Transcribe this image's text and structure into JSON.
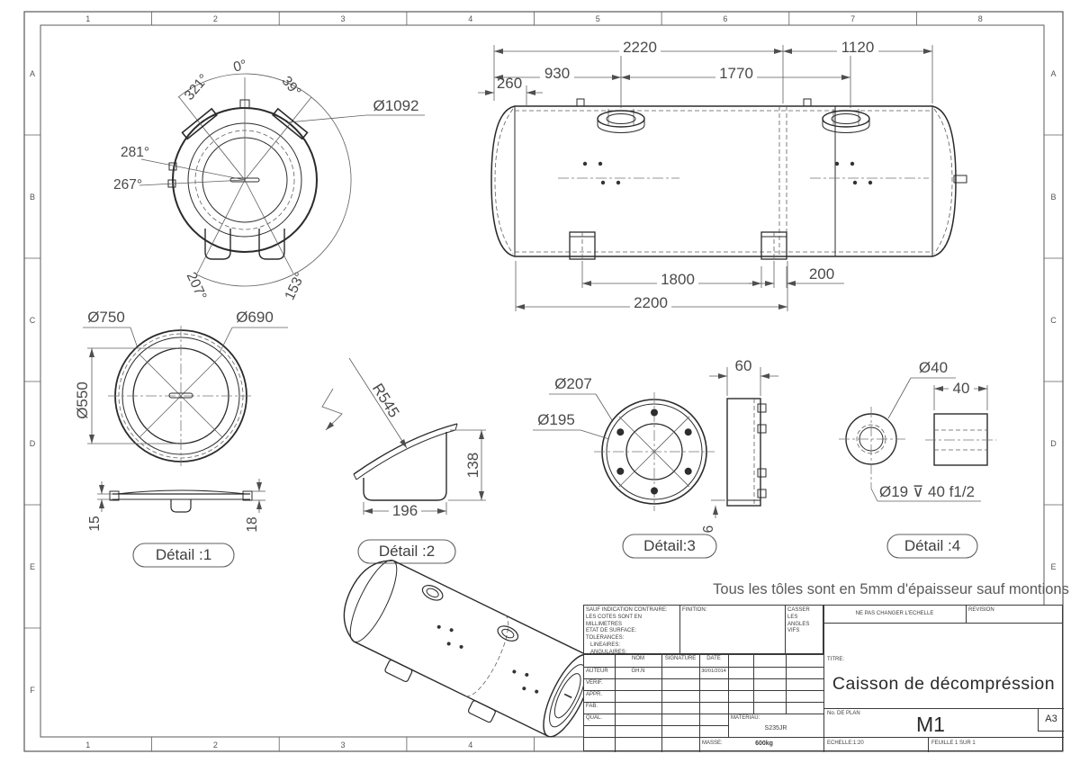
{
  "sheet": {
    "grid": {
      "cols": [
        "1",
        "2",
        "3",
        "4",
        "5",
        "6",
        "7",
        "8"
      ],
      "cols_bottom": [
        "1",
        "2",
        "3",
        "4"
      ],
      "rows": [
        "A",
        "B",
        "C",
        "D",
        "E",
        "F"
      ]
    },
    "note": "Tous les tôles sont en 5mm d'épaisseur sauf montions"
  },
  "views": {
    "end_view": {
      "angles": {
        "a0": "0°",
        "a39": "39°",
        "a153": "153°",
        "a207": "207°",
        "a267": "267°",
        "a281": "281°",
        "a321": "321°"
      },
      "diameter": "Ø1092"
    },
    "side_view": {
      "dims": {
        "d2220": "2220",
        "d1120": "1120",
        "d930": "930",
        "d1770": "1770",
        "d260": "260",
        "d1800": "1800",
        "d200": "200",
        "d2200": "2200"
      }
    },
    "detail1": {
      "label": "Détail :1",
      "dims": {
        "d750": "Ø750",
        "d690": "Ø690",
        "d550": "Ø550",
        "d15": "15",
        "d18": "18"
      }
    },
    "detail2": {
      "label": "Détail :2",
      "dims": {
        "r545": "R545",
        "d138": "138",
        "d196": "196"
      }
    },
    "detail3": {
      "label": "Détail:3",
      "dims": {
        "d207": "Ø207",
        "d195": "Ø195",
        "d60": "60",
        "d6": "6"
      }
    },
    "detail4": {
      "label": "Détail :4",
      "dims": {
        "d40o": "Ø40",
        "d40": "40",
        "dtap": "Ø19 ⊽ 40  f1/2"
      }
    }
  },
  "title_block": {
    "general_tolerance": {
      "l1": "SAUF INDICATION CONTRAIRE:",
      "l2": "LES COTES SONT EN MILLIMETRES",
      "l3": "ETAT DE SURFACE:",
      "l4": "TOLERANCES:",
      "l5": "LINEAIRES:",
      "l6": "ANGULAIRES:"
    },
    "finition_label": "FINITION:",
    "deburr_note": "CASSER LES ANGLES VIFS",
    "no_scale_note": "NE PAS CHANGER L'ECHELLE",
    "revision_label": "REVISION",
    "columns": {
      "nom": "NOM",
      "signature": "SIGNATURE",
      "date": "DATE"
    },
    "rows": {
      "auteur": "AUTEUR",
      "verif": "VERIF.",
      "appr": "APPR.",
      "fab": "FAB.",
      "qual": "QUAL."
    },
    "auteur_nom": "GH.N",
    "auteur_date": "30/01/2014",
    "titre_label": "TITRE:",
    "titre": "Caisson de décompréssion",
    "materiau_label": "MATERIAU:",
    "materiau": "S235JR",
    "masse_label": "MASSE:",
    "masse": "600kg",
    "plan_label": "No. DE PLAN",
    "plan_number": "M1",
    "format": "A3",
    "echelle": "ECHELLE:1:20",
    "feuille": "FEUILLE 1 SUR 1"
  }
}
